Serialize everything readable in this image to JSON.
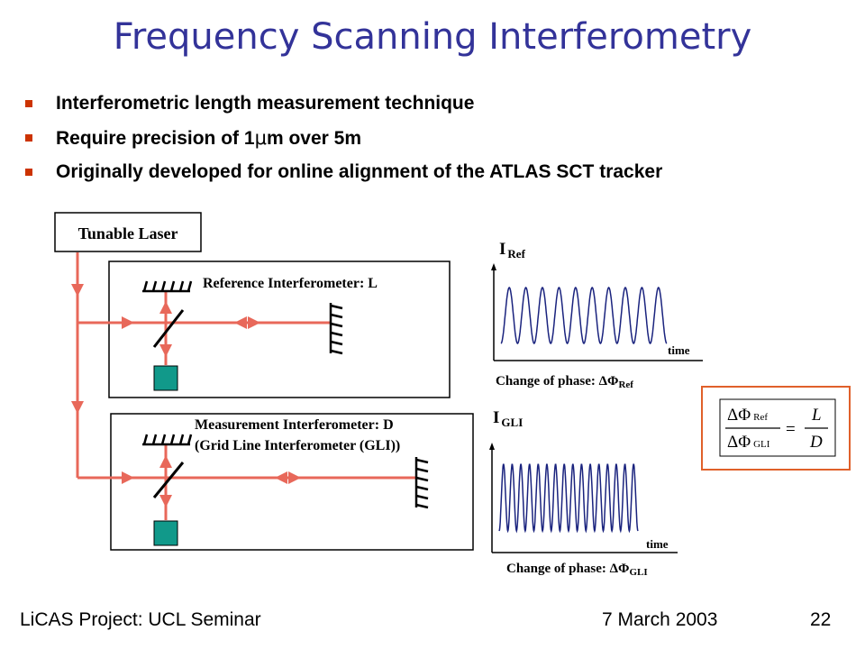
{
  "title": "Frequency Scanning Interferometry",
  "bullets": [
    {
      "pre": "Interferometric length measurement technique",
      "sym": "",
      "post": ""
    },
    {
      "pre": "Require precision of 1",
      "sym": "μ",
      "post": "m over 5m"
    },
    {
      "pre": "Originally developed for online alignment of the ATLAS SCT tracker",
      "sym": "",
      "post": ""
    }
  ],
  "diagram": {
    "laser_label": "Tunable Laser",
    "ref_label": "Reference Interferometer: L",
    "meas_label_1": "Measurement Interferometer: D",
    "meas_label_2": "(Grid Line Interferometer (GLI))"
  },
  "plots": {
    "ref": {
      "ylabel": "I",
      "ysub": "Ref",
      "xlabel": "time",
      "phase_text": "Change of phase: ΔΦ",
      "phase_sub": "Ref"
    },
    "gli": {
      "ylabel": "I",
      "ysub": "GLI",
      "xlabel": "time",
      "phase_text": "Change of phase: ΔΦ",
      "phase_sub": "GLI"
    }
  },
  "formula": {
    "num_lhs": "ΔΦ",
    "num_sub": "Ref",
    "den_lhs": "ΔΦ",
    "den_sub": "GLI",
    "eq": "=",
    "num_rhs": "L",
    "den_rhs": "D"
  },
  "footer": {
    "left": "LiCAS Project: UCL Seminar",
    "date": "7 March 2003",
    "page": "22"
  },
  "colors": {
    "title": "#333399",
    "beam": "#e8685a",
    "detector": "#11998a",
    "wave": "#1a237e",
    "formula_border": "#e0602a",
    "bullet": "#cc3300"
  }
}
